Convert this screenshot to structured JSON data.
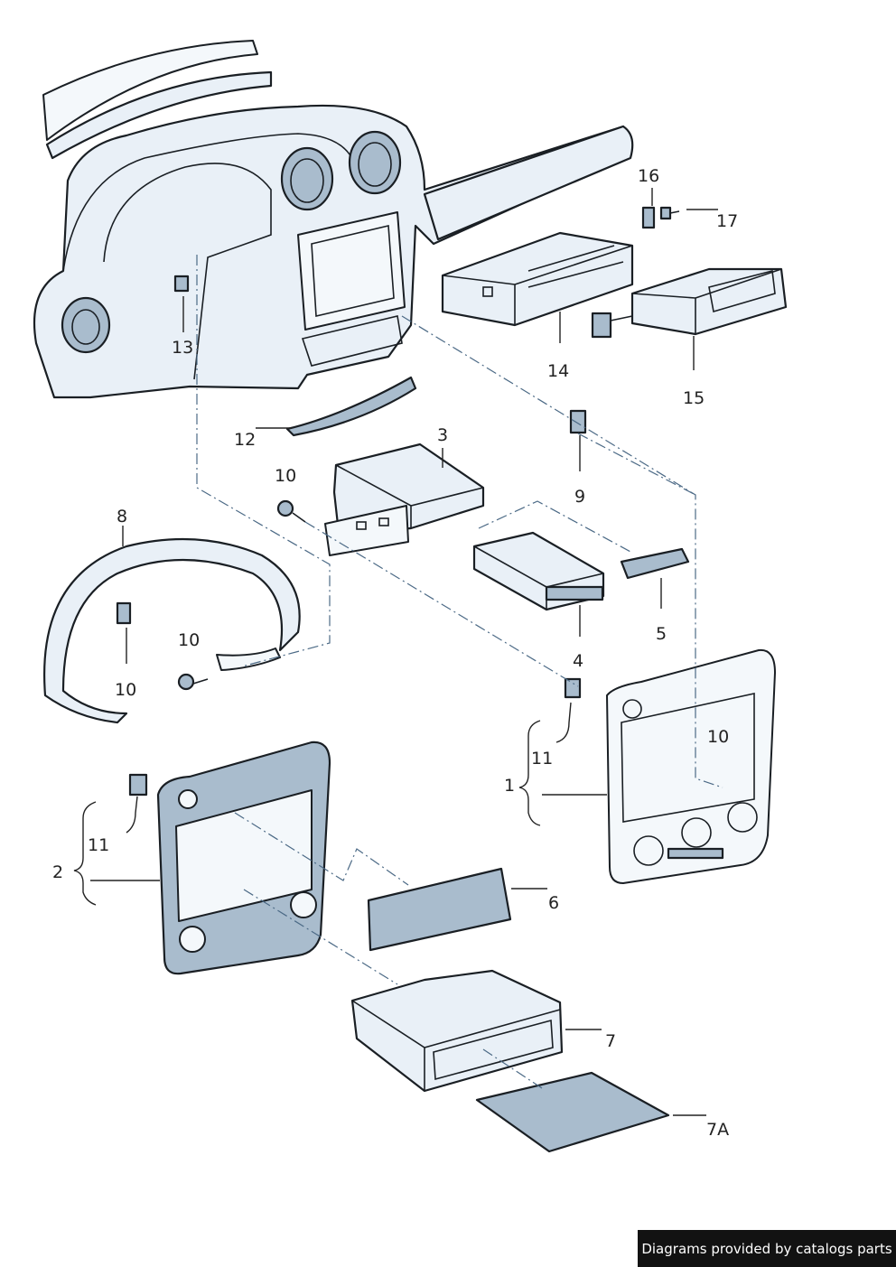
{
  "callouts": [
    "1",
    "2",
    "3",
    "4",
    "5",
    "6",
    "7",
    "7A",
    "8",
    "9",
    "10",
    "10",
    "10",
    "10",
    "11",
    "11",
    "12",
    "13",
    "14",
    "15",
    "16",
    "17"
  ],
  "footer": {
    "text": "Diagrams provided by catalogs parts"
  },
  "colors": {
    "part_fill": "#e9f0f7",
    "part_shade": "#a9bccd",
    "outline": "#1a1f24",
    "dash_line": "#4c6a86",
    "footer_bg": "#121212"
  }
}
